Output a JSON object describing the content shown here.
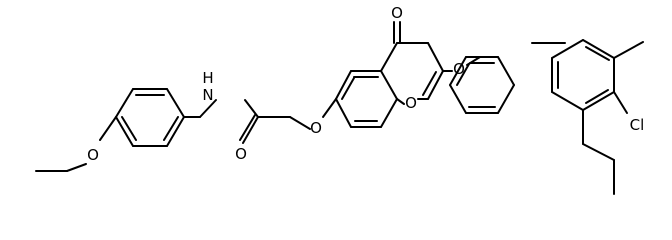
{
  "atom_labels": {
    "carbonyl_oxygen": "O",
    "aryloxy_oxygen": "O",
    "ring_oxygen": "O",
    "ether_oxygen": "O",
    "amide_nitrogen": "N",
    "amide_hydrogen": "H",
    "amide_oxygen": "O",
    "ethoxy_oxygen": "O",
    "chlorine": "Cl"
  }
}
